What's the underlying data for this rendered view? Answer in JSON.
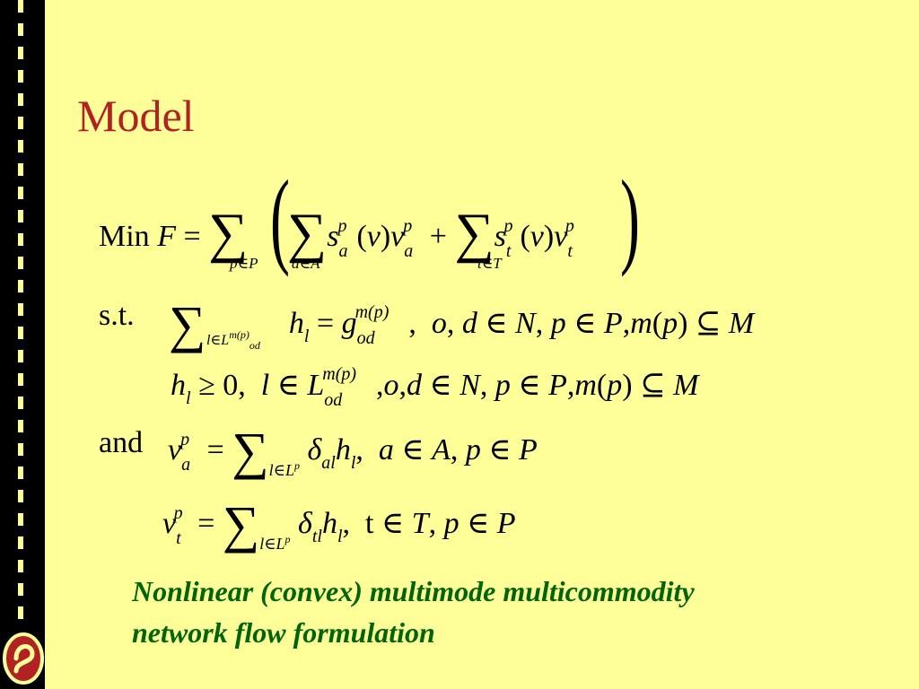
{
  "title": "Model",
  "equations": {
    "objective": {
      "prefix": "Min",
      "function": "F",
      "sum_limits": [
        "p∈P",
        "a∈A",
        "t∈T"
      ]
    },
    "constraint_label": "s.t.",
    "and_label": "and"
  },
  "caption": {
    "line1": "Nonlinear (convex) multimode multicommodity",
    "line2": "network flow formulation"
  },
  "colors": {
    "background": "#FFFF99",
    "title": "#B22222",
    "caption": "#006400"
  }
}
